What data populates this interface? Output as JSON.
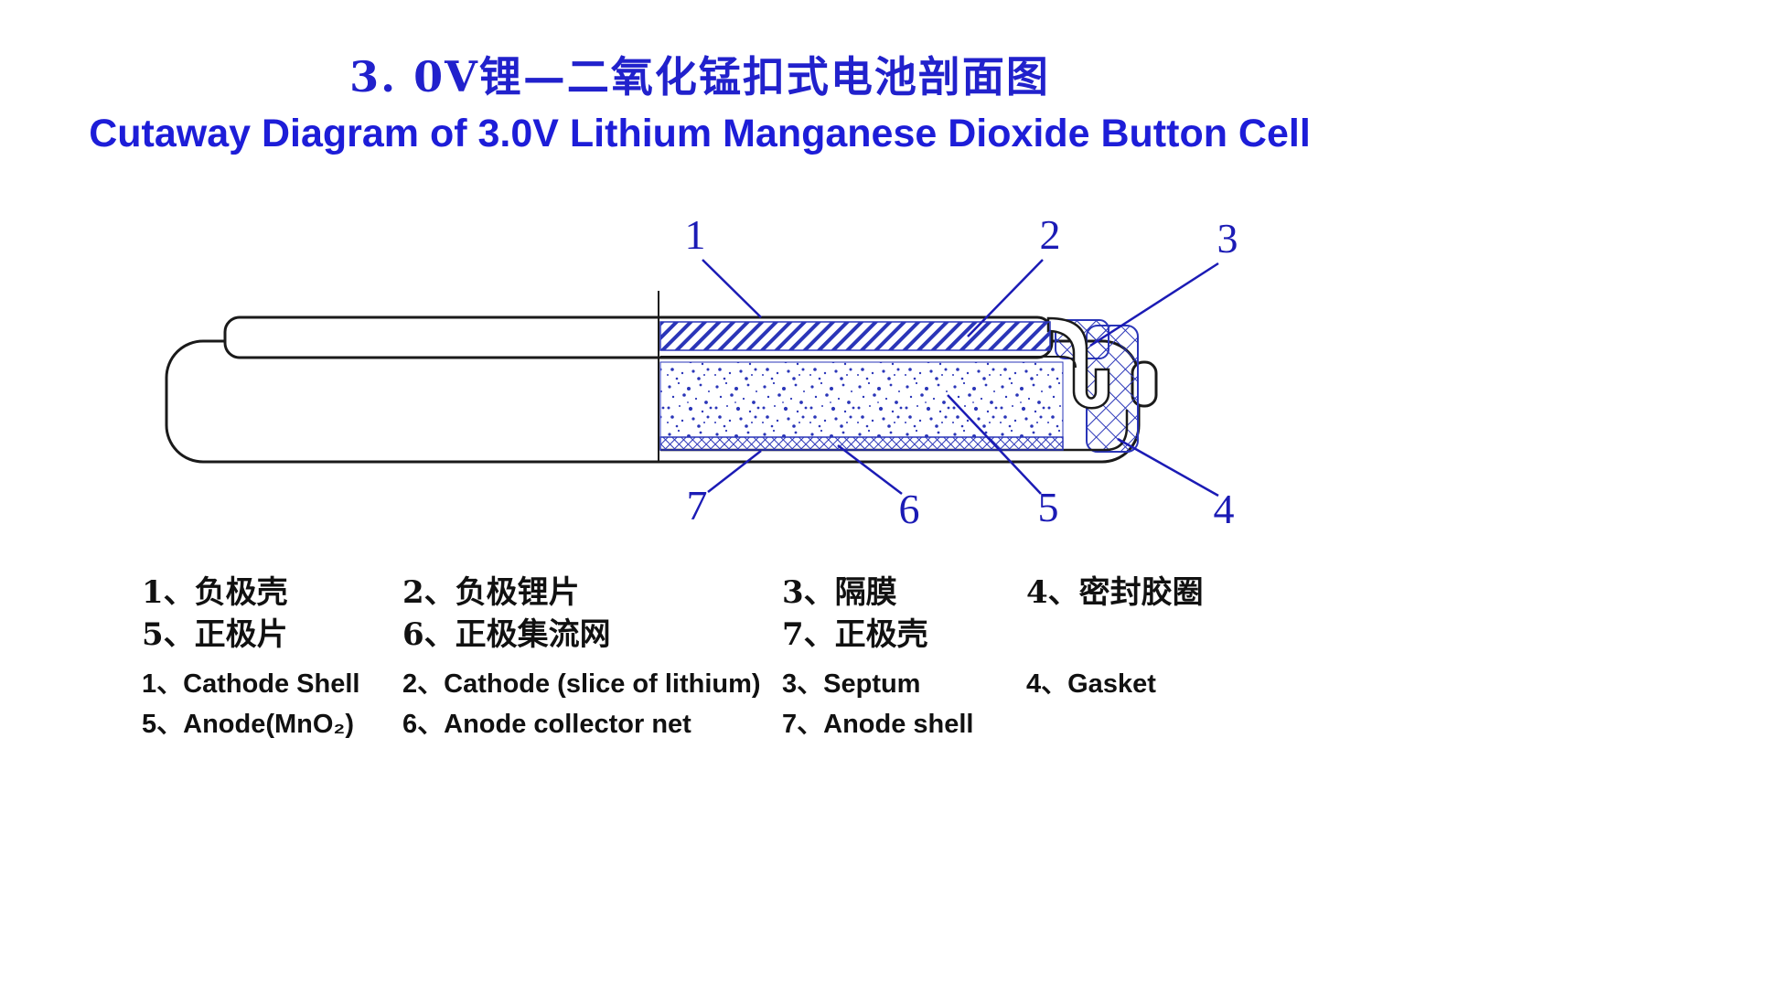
{
  "title": {
    "zh": "3. 0V锂—二氧化锰扣式电池剖面图",
    "en": "Cutaway Diagram of 3.0V Lithium Manganese Dioxide Button Cell"
  },
  "callouts": [
    "1",
    "2",
    "3",
    "4",
    "5",
    "6",
    "7"
  ],
  "legend": {
    "zh": [
      "1、负极壳",
      "2、负极锂片",
      "3、隔膜",
      "4、密封胶圈",
      "5、正极片",
      "6、正极集流网",
      "7、正极壳"
    ],
    "en": [
      "1、Cathode Shell",
      "2、Cathode (slice of lithium)",
      "3、Septum",
      "4、Gasket",
      "5、Anode(MnO₂)",
      "6、Anode collector net",
      "7、Anode shell"
    ]
  },
  "colors": {
    "accent_blue": "#2121cc",
    "diagram_blue": "#2a35b8",
    "outline_black": "#1a1a1a",
    "text_black": "#111111",
    "background": "#ffffff"
  }
}
